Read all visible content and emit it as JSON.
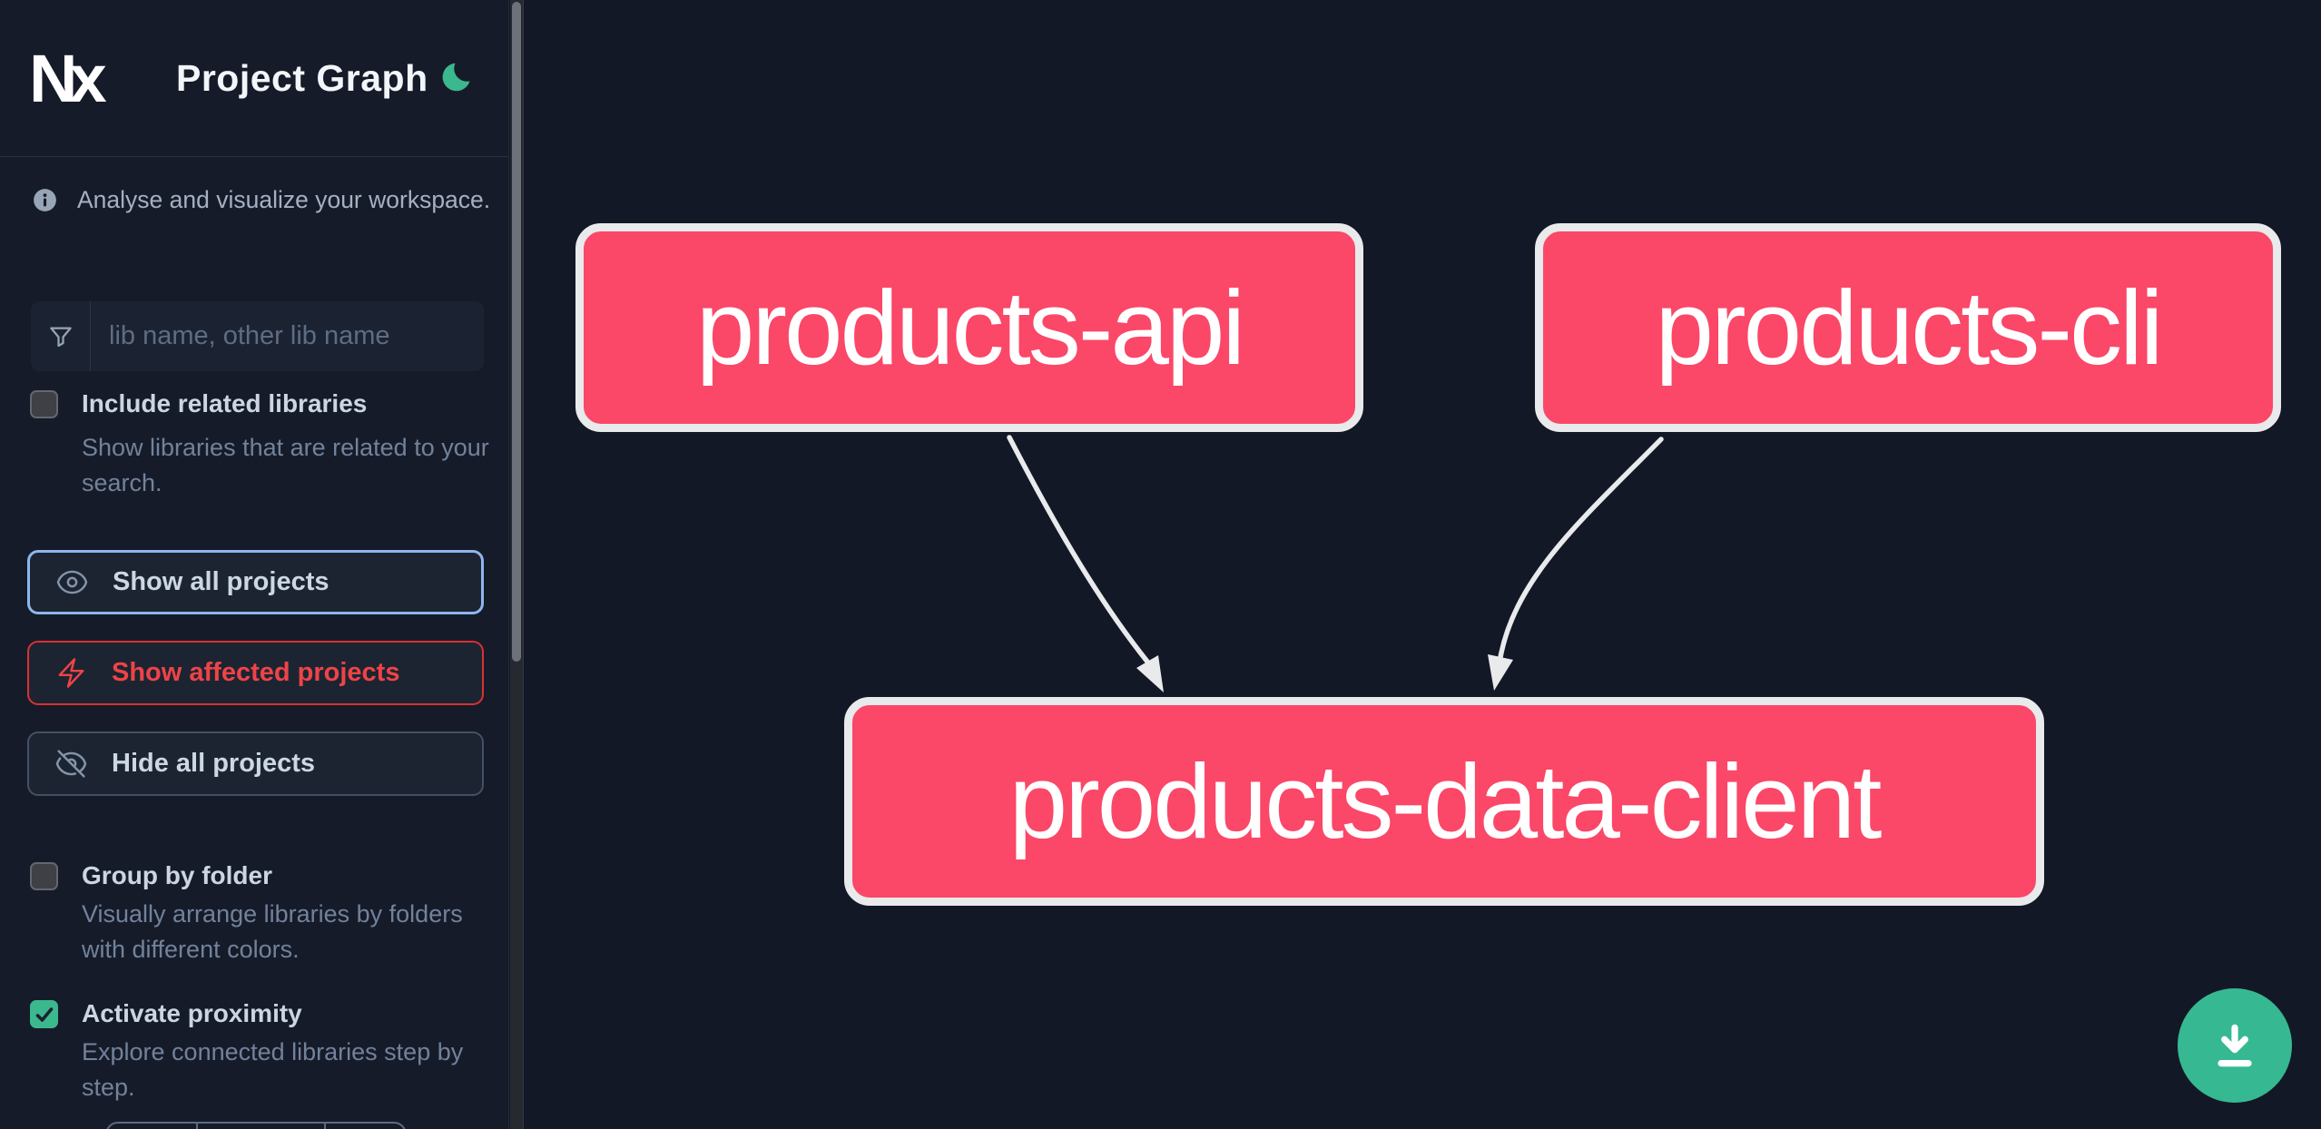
{
  "header": {
    "logo": "Nx",
    "title": "Project Graph"
  },
  "sidebar": {
    "tagline": "Analyse and visualize your workspace.",
    "search": {
      "placeholder": "lib name, other lib name"
    },
    "include_related": {
      "label": "Include related libraries",
      "description": "Show libraries that are related to your search.",
      "checked": false
    },
    "actions": {
      "show_all": "Show all projects",
      "show_affected": "Show affected projects",
      "hide_all": "Hide all projects"
    },
    "group_by_folder": {
      "label": "Group by folder",
      "description": "Visually arrange libraries by folders with different colors.",
      "checked": false
    },
    "activate_proximity": {
      "label": "Activate proximity",
      "description": "Explore connected libraries step by step.",
      "checked": true
    }
  },
  "graph": {
    "nodes": [
      {
        "id": "products-api",
        "label": "products-api"
      },
      {
        "id": "products-cli",
        "label": "products-cli"
      },
      {
        "id": "products-data-client",
        "label": "products-data-client"
      }
    ],
    "edges": [
      {
        "source": "products-api",
        "target": "products-data-client"
      },
      {
        "source": "products-cli",
        "target": "products-data-client"
      }
    ]
  },
  "colors": {
    "node_pink": "#fb4768",
    "edge_gray": "#e9eaec",
    "focus_blue_border": "#8fb6ec",
    "affected_red": "#ef4347",
    "green_accent": "#3bb88d",
    "download_green": "#36b992"
  }
}
